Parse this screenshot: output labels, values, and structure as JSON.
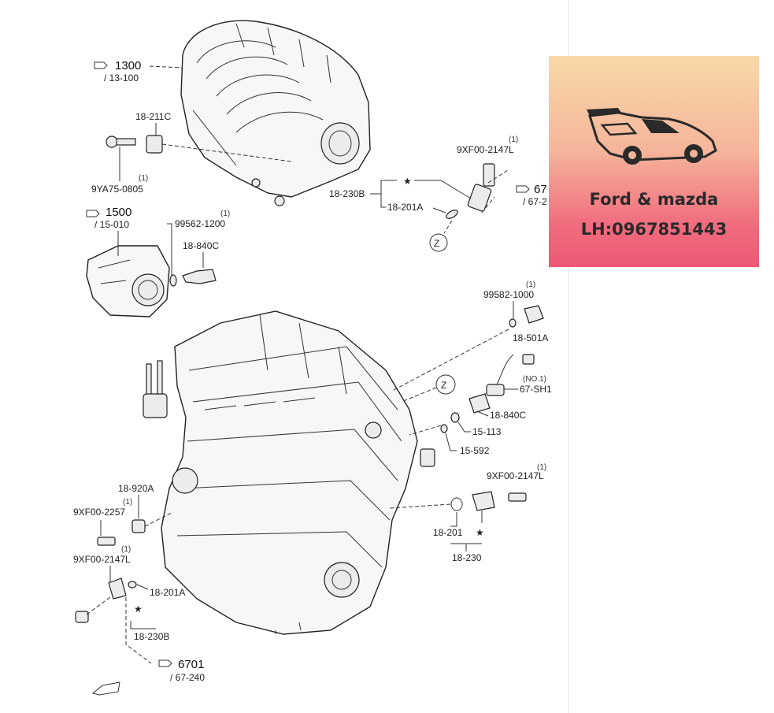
{
  "banner": {
    "brand": "Ford & mazda",
    "phone": "LH:0967851443",
    "logo_icon": "sports-car-icon",
    "gradient_top": "#f8d9a8",
    "gradient_bottom": "#ee5875"
  },
  "labels": {
    "ref_1300": "1300",
    "ref_1300_sub": "/ 13-100",
    "ref_1500": "1500",
    "ref_1500_sub": "/ 15-010",
    "ref_6701_top": "67",
    "ref_6701_top_sub": "/ 67-2",
    "ref_6701": "6701",
    "ref_6701_sub": "/ 67-240",
    "p_18_211c": "18-211C",
    "p_9ya75": "9YA75-0805",
    "p_9ya75_qty": "(1)",
    "p_99562_1200": "99562-1200",
    "p_99562_1200_qty": "(1)",
    "p_18_840c_top": "18-840C",
    "p_9xf00_2147l_top": "9XF00-2147L",
    "p_9xf00_2147l_top_qty": "(1)",
    "p_18_230b_top": "18-230B",
    "p_18_201a_top": "18-201A",
    "z_top": "Z",
    "p_99582_1000": "99582-1000",
    "p_99582_1000_qty": "(1)",
    "p_18_501a": "18-501A",
    "p_no1": "(NO.1)",
    "p_67_sh1": "67-SH1",
    "z_mid": "Z",
    "p_18_840c_mid": "18-840C",
    "p_15_113": "15-113",
    "p_15_592": "15-592",
    "p_9xf00_2147l_right": "9XF00-2147L",
    "p_9xf00_2147l_right_qty": "(1)",
    "p_18_201": "18-201",
    "p_18_230": "18-230",
    "p_18_920a": "18-920A",
    "p_9xf00_2257": "9XF00-2257",
    "p_9xf00_2257_qty": "(1)",
    "p_9xf00_2147l_left": "9XF00-2147L",
    "p_9xf00_2147l_left_qty": "(1)",
    "p_18_201a_bottom": "18-201A",
    "p_18_230b_bottom": "18-230B",
    "star": "★"
  }
}
